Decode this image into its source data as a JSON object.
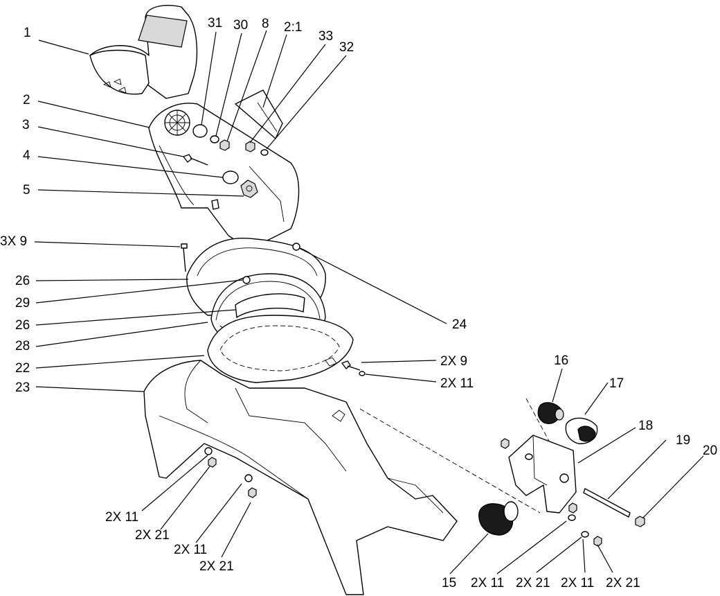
{
  "diagram": {
    "colors": {
      "ink": "#000000",
      "paper": "#ffffff",
      "shade": "#d9d9d9"
    },
    "callouts": [
      "1",
      "31",
      "30",
      "8",
      "2:1",
      "33",
      "32",
      "2",
      "3",
      "4",
      "5",
      "3X 9",
      "26",
      "29",
      "26",
      "28",
      "22",
      "23",
      "24",
      "2X 9",
      "2X 11",
      "16",
      "17",
      "18",
      "19",
      "20",
      "2X 11",
      "2X 21",
      "2X 11",
      "2X 21",
      "15",
      "2X 11",
      "2X 21",
      "2X 11",
      "2X 21"
    ]
  }
}
